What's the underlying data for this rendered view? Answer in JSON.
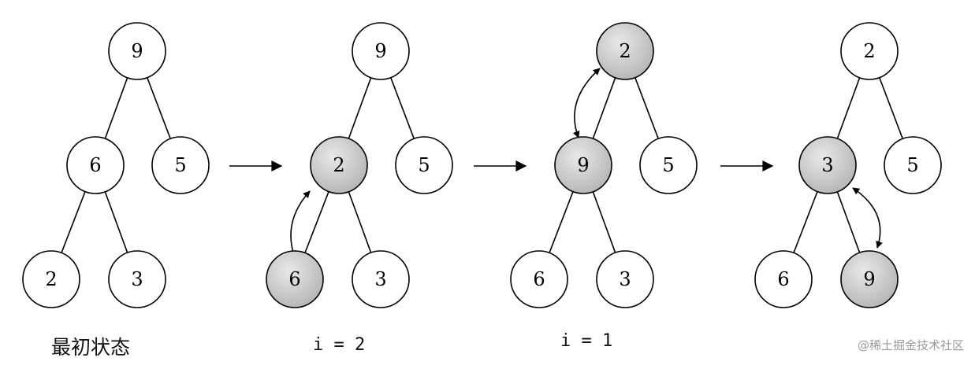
{
  "trees": [
    {
      "caption": "最初状态",
      "nodes": [
        {
          "label": "9",
          "highlighted": false
        },
        {
          "label": "6",
          "highlighted": false
        },
        {
          "label": "5",
          "highlighted": false
        },
        {
          "label": "2",
          "highlighted": false
        },
        {
          "label": "3",
          "highlighted": false
        }
      ],
      "swap": null
    },
    {
      "caption": "i = 2",
      "nodes": [
        {
          "label": "9",
          "highlighted": false
        },
        {
          "label": "2",
          "highlighted": true
        },
        {
          "label": "5",
          "highlighted": false
        },
        {
          "label": "6",
          "highlighted": true
        },
        {
          "label": "3",
          "highlighted": false
        }
      ],
      "swap": [
        1,
        3
      ]
    },
    {
      "caption": "i = 1",
      "nodes": [
        {
          "label": "2",
          "highlighted": true
        },
        {
          "label": "9",
          "highlighted": true
        },
        {
          "label": "5",
          "highlighted": false
        },
        {
          "label": "6",
          "highlighted": false
        },
        {
          "label": "3",
          "highlighted": false
        }
      ],
      "swap": [
        0,
        1
      ]
    },
    {
      "caption": "",
      "nodes": [
        {
          "label": "2",
          "highlighted": false
        },
        {
          "label": "3",
          "highlighted": true
        },
        {
          "label": "5",
          "highlighted": false
        },
        {
          "label": "6",
          "highlighted": false
        },
        {
          "label": "9",
          "highlighted": true
        }
      ],
      "swap": [
        1,
        4
      ]
    }
  ],
  "edges": [
    [
      0,
      1
    ],
    [
      0,
      2
    ],
    [
      1,
      3
    ],
    [
      1,
      4
    ]
  ],
  "transition_arrows": 3,
  "watermark": "@稀土掘金技术社区",
  "colors": {
    "node_fill": "#ffffff",
    "highlight_fill_light": "#e8e8e8",
    "highlight_fill_dark": "#b4b4b4",
    "stroke": "#000000"
  }
}
